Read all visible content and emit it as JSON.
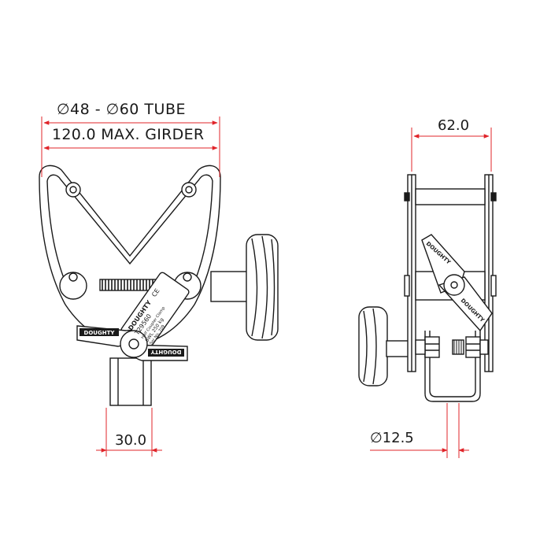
{
  "dimensions": {
    "tube_range": "∅48 - ∅60 TUBE",
    "max_girder": "120.0 MAX. GIRDER",
    "front_width": "30.0",
    "side_width": "62.0",
    "side_diameter": "∅12.5"
  },
  "labels": {
    "brand_left_arm": "DOUGHTY",
    "brand_right_arm": "DOUGHTY",
    "brand_side_upper": "DOUGHTY",
    "brand_side_lower": "DOUGHTY",
    "ce_mark": "CE",
    "part_number": "T29560",
    "plate_line_1": "Half Coupler Clamp",
    "plate_line_2": "SWL 250 kg",
    "plate_line_3": "Ser No. 709"
  },
  "colors": {
    "dimension_line": "#e0242a",
    "outline": "#1a1a1a"
  }
}
